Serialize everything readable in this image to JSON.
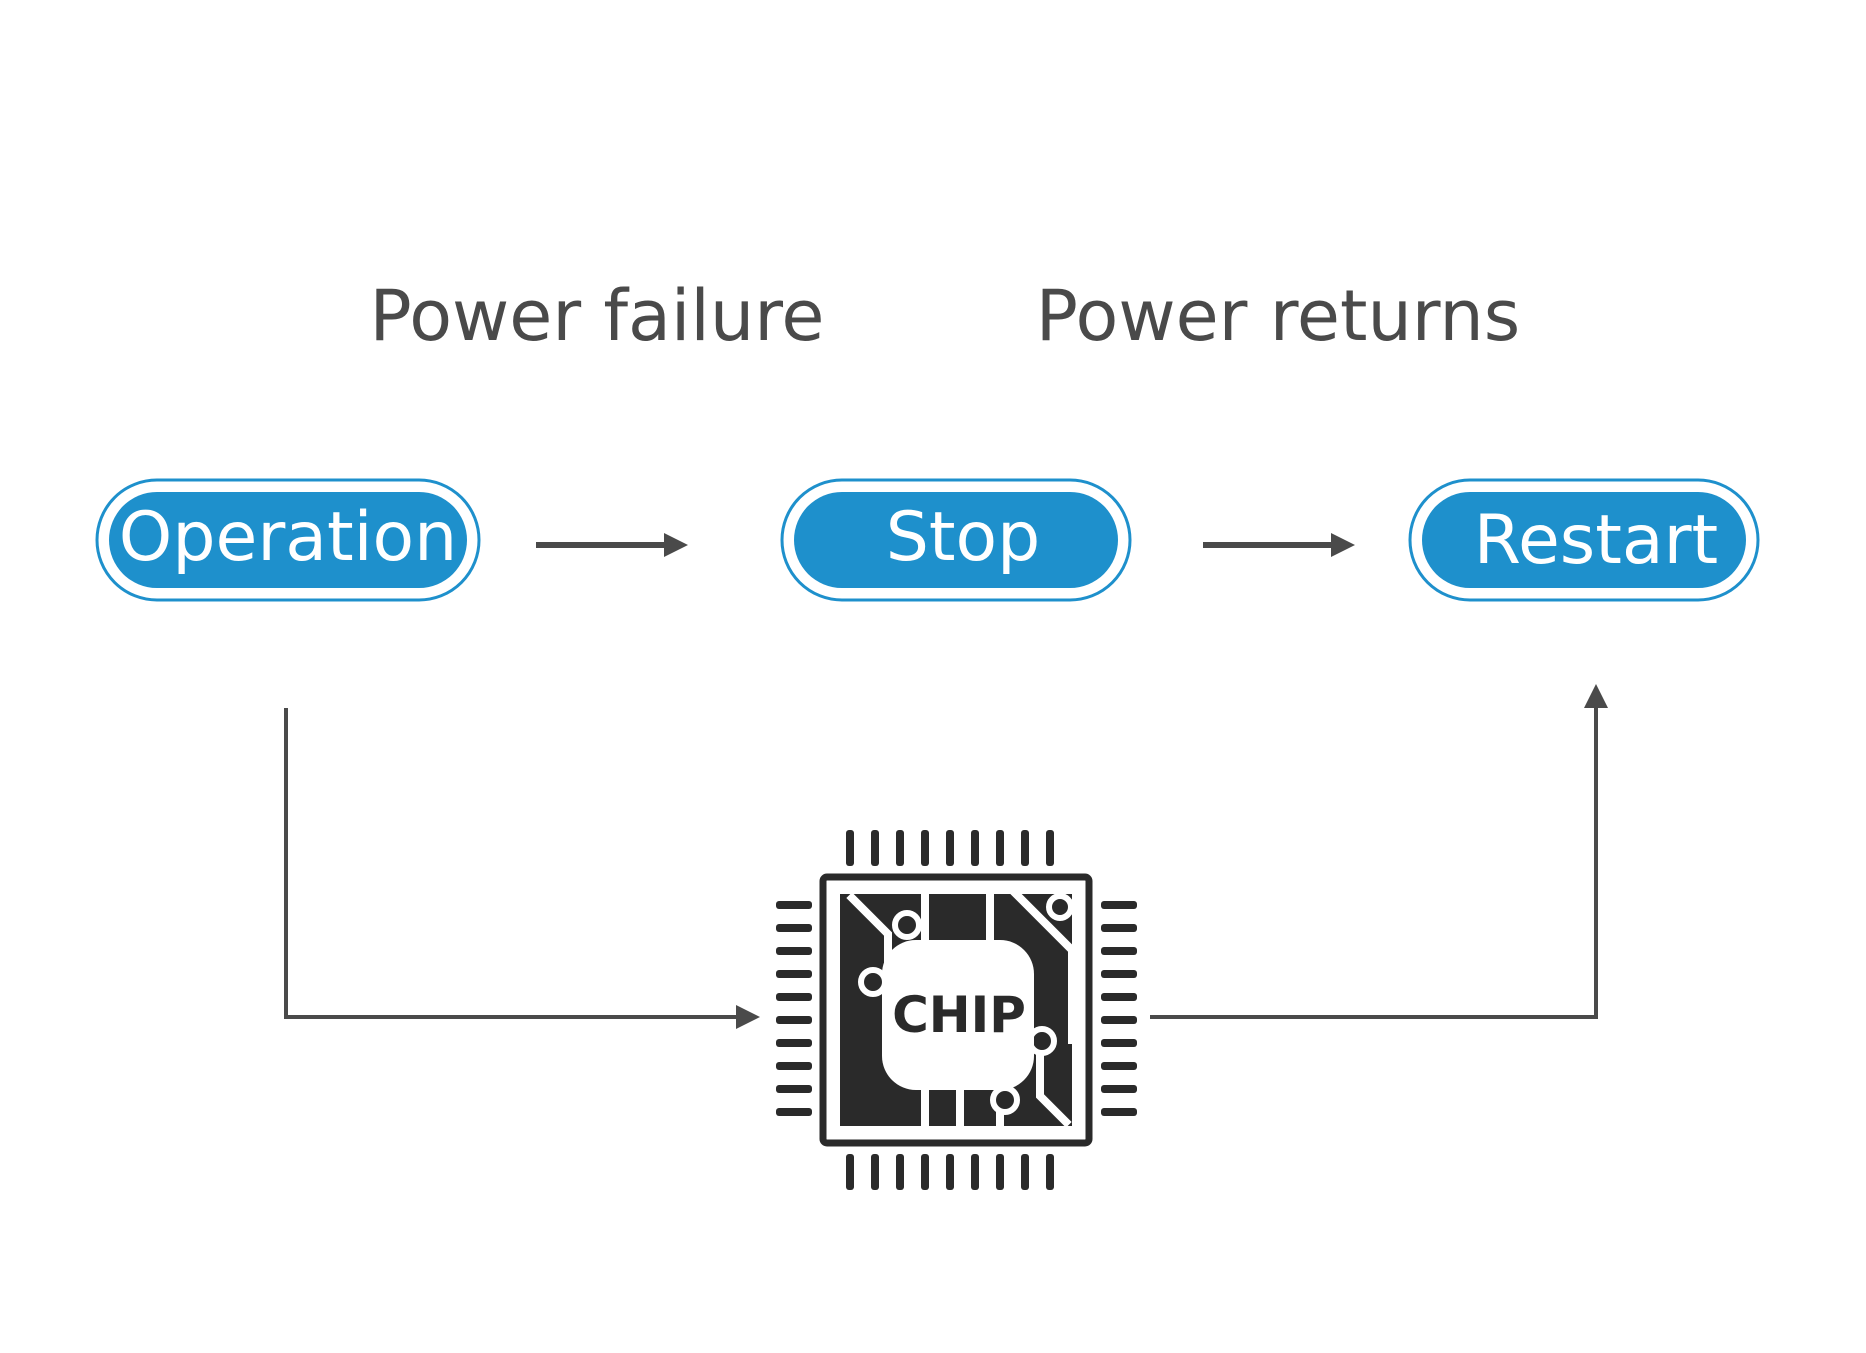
{
  "captions": {
    "power_failure": "Power failure",
    "power_returns": "Power returns"
  },
  "states": {
    "operation": "Operation",
    "stop": "Stop",
    "restart": "Restart"
  },
  "chip": {
    "label": "CHIP",
    "icon": "microchip-icon"
  },
  "colors": {
    "pill_fill": "#1e90cc",
    "pill_outline": "#1e90cc",
    "text_dark": "#4a4a4a",
    "chip_dark": "#2a2a2a"
  }
}
